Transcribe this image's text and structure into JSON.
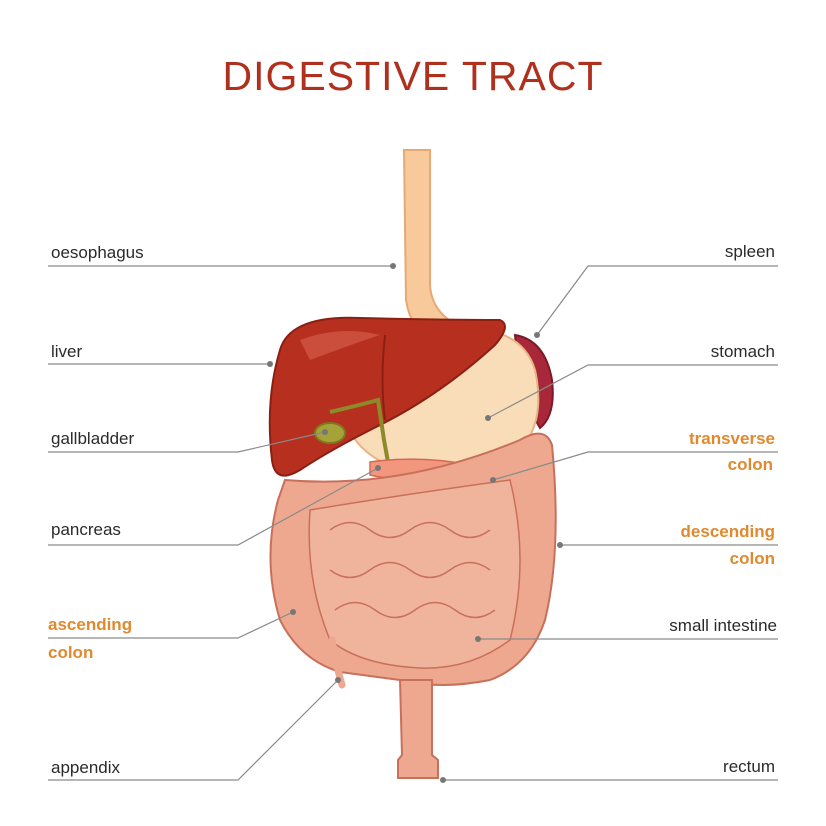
{
  "title": "DIGESTIVE TRACT",
  "colors": {
    "title": "#b0301e",
    "highlight": "#e0892e",
    "text": "#2a2a2a",
    "leader": "#8a8a8a"
  },
  "labels_left": {
    "oesophagus": "oesophagus",
    "liver": "liver",
    "gallbladder": "gallbladder",
    "pancreas": "pancreas",
    "ascending_colon": [
      "ascending",
      "colon"
    ],
    "appendix": "appendix"
  },
  "labels_right": {
    "spleen": "spleen",
    "stomach": "stomach",
    "transverse_colon": [
      "transverse",
      "colon"
    ],
    "descending_colon": [
      "descending",
      "colon"
    ],
    "small_intestine": "small intestine",
    "rectum": "rectum"
  }
}
